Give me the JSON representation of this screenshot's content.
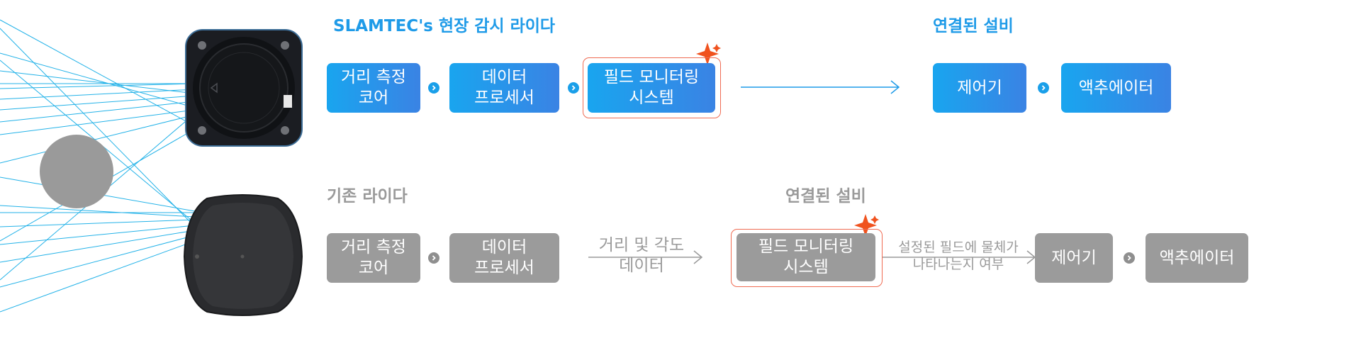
{
  "colors": {
    "accent_blue": "#1f9be8",
    "box_gray": "#9b9b9b",
    "highlight": "#ef6b52",
    "beam": "#23b2e8",
    "device": "#1e1e1e"
  },
  "top": {
    "heading": "SLAMTEC's 현장 감시 라이다",
    "boxes": [
      {
        "line1": "거리 측정",
        "line2": "코어"
      },
      {
        "line1": "데이터",
        "line2": "프로세서"
      },
      {
        "line1": "필드 모니터링",
        "line2": "시스템"
      }
    ],
    "equipment_heading": "연결된 설비",
    "equipment": [
      {
        "label": "제어기"
      },
      {
        "label": "액추에이터"
      }
    ]
  },
  "bottom": {
    "heading": "기존 라이다",
    "boxes": [
      {
        "line1": "거리 측정",
        "line2": "코어"
      },
      {
        "line1": "데이터",
        "line2": "프로세서"
      }
    ],
    "data_flow": {
      "line1": "거리 및 각도",
      "line2": "데이터"
    },
    "equipment_heading": "연결된 설비",
    "field_box": {
      "line1": "필드 모니터링",
      "line2": "시스템"
    },
    "detect_flow": {
      "line1": "설정된 필드에 물체가",
      "line2": "나타나는지 여부"
    },
    "equipment": [
      {
        "label": "제어기"
      },
      {
        "label": "액추에이터"
      }
    ]
  },
  "icons": [
    "sparkle-icon",
    "chevron-right-icon",
    "arrow-right-icon"
  ]
}
